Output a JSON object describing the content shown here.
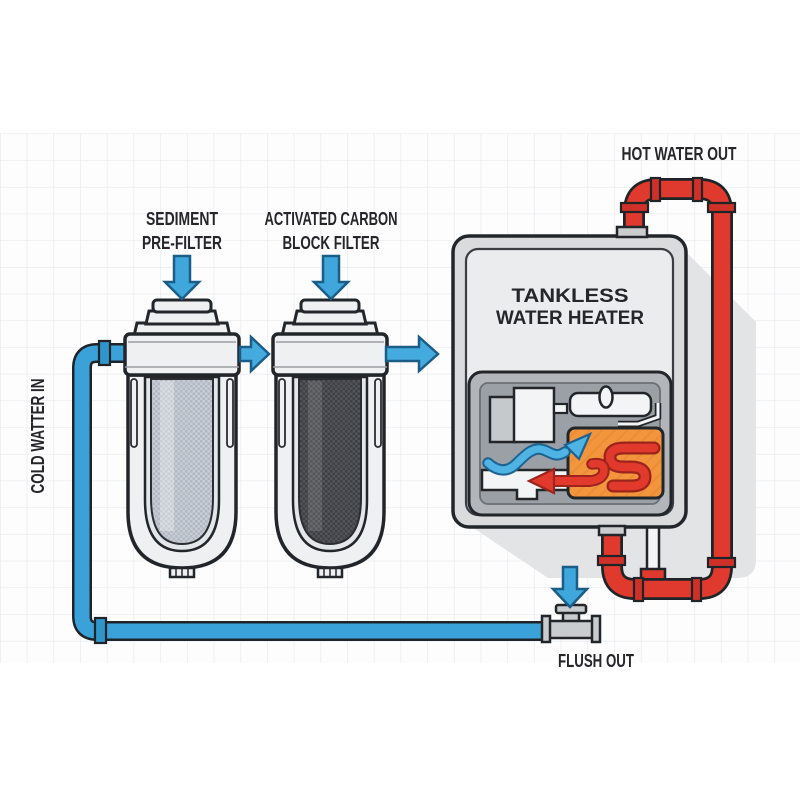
{
  "labels": {
    "sediment_prefilter": {
      "line1": "SEDIMENT",
      "line2": "PRE-FILTER"
    },
    "activated_carbon_filter": {
      "line1": "ACTIVATED CARBON",
      "line2": "BLOCK FILTER"
    },
    "tankless_water_heater": {
      "line1": "TANKLESS",
      "line2": "WATER HEATER"
    },
    "cold_water_in": "COLD WATTER IN",
    "hot_water_out": "HOT WATER OUT",
    "flush_out": "FLUSH OUT"
  },
  "colors": {
    "cold_water_blue": "#3aa2d8",
    "arrow_blue": "#45aade",
    "hot_water_red": "#e0392e",
    "heat_exchanger_orange": "#f2953d",
    "outline_dark": "#22262a",
    "heater_body_gray": "#d9dbdd",
    "compartment_gray": "#b2b5b9",
    "shadow_gray": "#e3e4e6",
    "grid_line": "#e7e9ec",
    "text": "#26262a"
  },
  "components": [
    "sediment pre-filter housing",
    "activated carbon block filter housing",
    "tankless water heater",
    "heat exchanger coil",
    "cold water inlet pipe",
    "hot water outlet pipe",
    "flush out valve"
  ]
}
